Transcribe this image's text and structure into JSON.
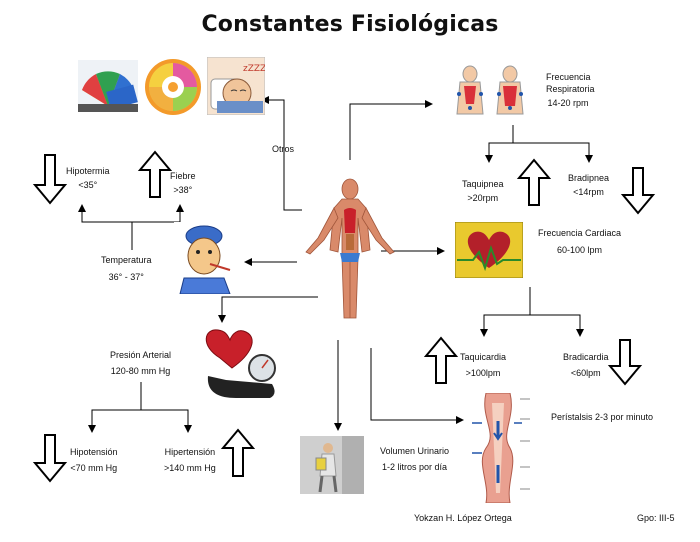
{
  "title": "Constantes Fisiológicas",
  "otros": {
    "label": "Otros"
  },
  "temperatura": {
    "label": "Temperatura",
    "range": "36° - 37°",
    "low": {
      "name": "Hipotermia",
      "value": "<35°"
    },
    "high": {
      "name": "Fiebre",
      "value": ">38°"
    }
  },
  "frecuencia_respiratoria": {
    "label_line1": "Frecuencia",
    "label_line2": "Respiratoria",
    "range": "14-20 rpm",
    "high": {
      "name": "Taquipnea",
      "value": ">20rpm"
    },
    "low": {
      "name": "Bradipnea",
      "value": "<14rpm"
    }
  },
  "frecuencia_cardiaca": {
    "label": "Frecuencia Cardiaca",
    "range": "60-100 lpm",
    "high": {
      "name": "Taquicardia",
      "value": ">100lpm"
    },
    "low": {
      "name": "Bradicardia",
      "value": "<60lpm"
    }
  },
  "presion_arterial": {
    "label": "Presión Arterial",
    "range": "120-80 mm Hg",
    "low": {
      "name": "Hipotensión",
      "value": "<70 mm Hg"
    },
    "high": {
      "name": "Hipertensión",
      "value": ">140 mm Hg"
    }
  },
  "volumen_urinario": {
    "label": "Volumen Urinario",
    "range": "1-2 litros por día"
  },
  "peristalsis": {
    "label": "Perístalsis 2-3 por minuto"
  },
  "footer": {
    "author": "Yokzan H. López Ortega",
    "group": "Gpo: III-5"
  },
  "colors": {
    "line": "#000000",
    "heart": "#c8202a",
    "lung": "#d9303a",
    "cap": "#2255aa"
  }
}
